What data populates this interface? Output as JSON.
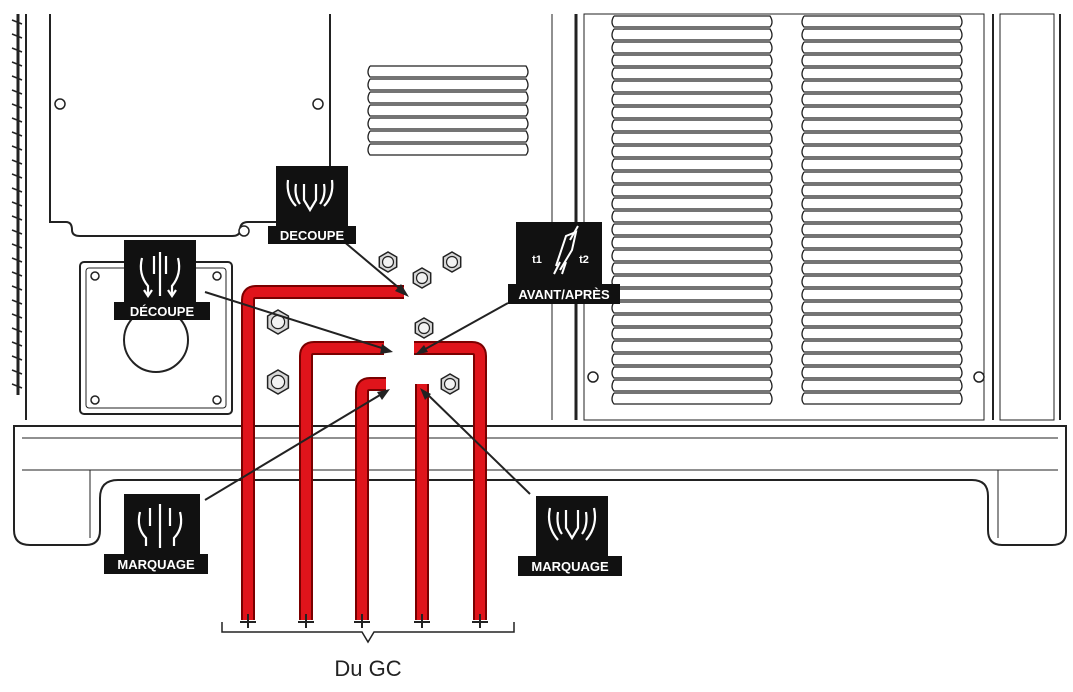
{
  "labels": {
    "cut_top": "DECOUPE",
    "cut_left": "DÉCOUPE",
    "before_after": "AVANT/APRÈS",
    "mark_left": "MARQUAGE",
    "mark_right": "MARQUAGE",
    "t1": "t1",
    "t2": "t2"
  },
  "caption": "Du GC",
  "colors": {
    "hose": "#e0141b",
    "hose_outline": "#7a0000",
    "badge": "#111111",
    "line": "#222222"
  },
  "icons": {
    "cut": "torch-cut-icon",
    "mark": "torch-mark-icon",
    "before_after": "torch-angle-icon"
  }
}
